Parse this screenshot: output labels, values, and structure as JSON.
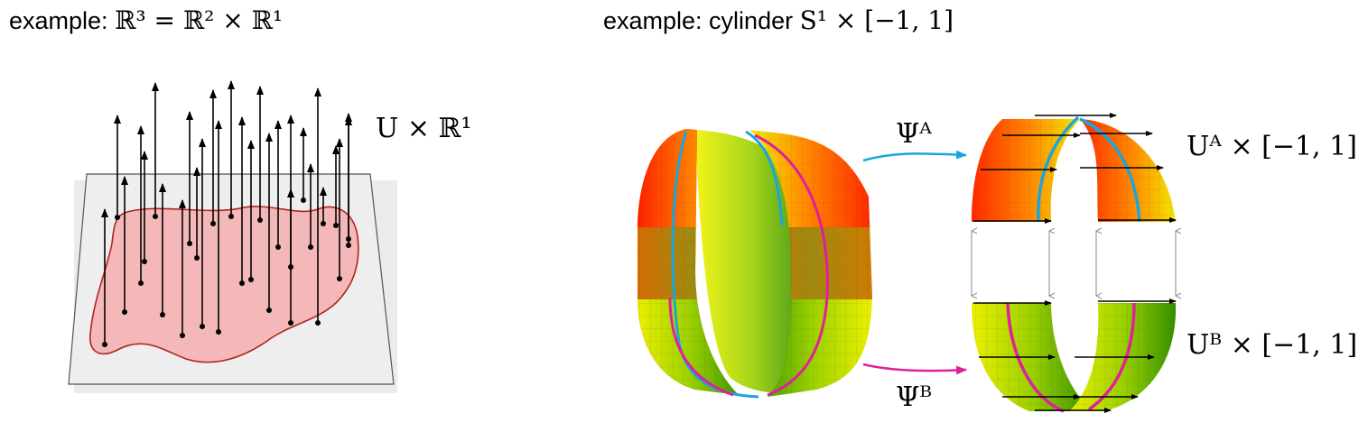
{
  "left_panel": {
    "caption_prefix": "example:",
    "caption_math": "ℝ³ = ℝ² × ℝ¹",
    "fiber_label": "U × ℝ¹"
  },
  "right_panel": {
    "caption_prefix": "example:  cylinder",
    "caption_math": "S¹ × [−1, 1]",
    "map_a_label": "Ψᴬ",
    "map_b_label": "Ψᴮ",
    "chart_a_label": "Uᴬ × [−1, 1]",
    "chart_b_label": "Uᴮ × [−1, 1]"
  },
  "colors": {
    "region_fill": "#f5b8b8",
    "region_stroke": "#b0241c",
    "plane_fill": "#eeeeee",
    "map_a": "#1aa6dc",
    "map_b": "#e0209a",
    "band_red": "#ff2a00",
    "band_yellow": "#f0f000",
    "band_green": "#2a8a00"
  }
}
